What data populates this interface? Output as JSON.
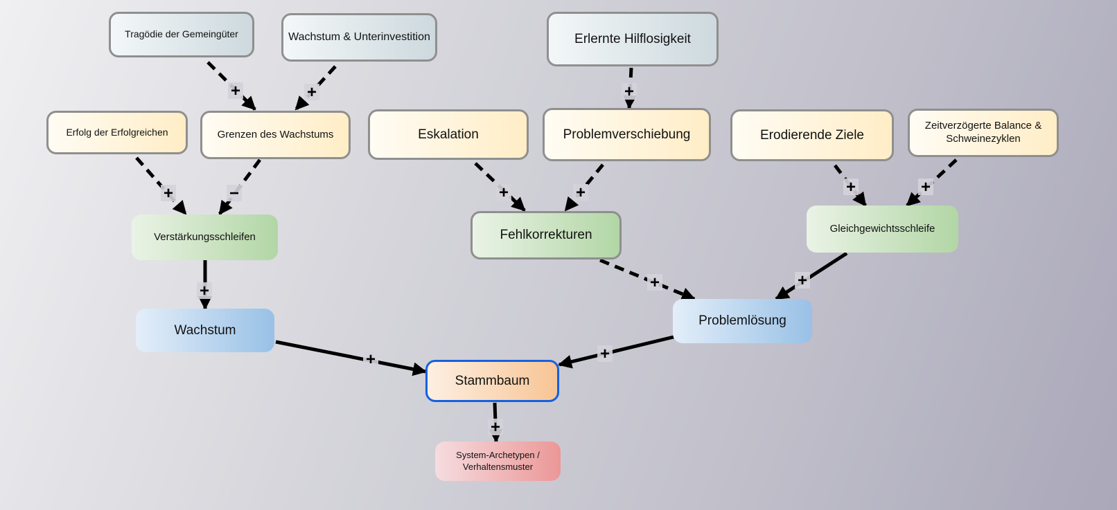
{
  "colors": {
    "edge": "#000000",
    "highlight_border": "#1560e0",
    "node_border": "#8f8f8f"
  },
  "nodes": [
    {
      "id": "tragoedie",
      "label": "Tragödie der Gemeingüter",
      "style": "steel",
      "border": "grey"
    },
    {
      "id": "wachstum_unter",
      "label": "Wachstum & Unterinvestition",
      "style": "steel",
      "border": "grey"
    },
    {
      "id": "hilflosigkeit",
      "label": "Erlernte Hilflosigkeit",
      "style": "steel",
      "border": "grey"
    },
    {
      "id": "erfolg",
      "label": "Erfolg der Erfolgreichen",
      "style": "cream",
      "border": "grey"
    },
    {
      "id": "grenzen",
      "label": "Grenzen des Wachstums",
      "style": "cream",
      "border": "grey"
    },
    {
      "id": "eskalation",
      "label": "Eskalation",
      "style": "cream",
      "border": "grey"
    },
    {
      "id": "problemverschiebung",
      "label": "Problemverschiebung",
      "style": "cream",
      "border": "grey"
    },
    {
      "id": "erodierende",
      "label": "Erodierende Ziele",
      "style": "cream",
      "border": "grey"
    },
    {
      "id": "zeitverzoegert",
      "label": "Zeitverzögerte Balance & Schweinezyklen",
      "style": "cream",
      "border": "grey"
    },
    {
      "id": "verstaerkung",
      "label": "Verstärkungsschleifen",
      "style": "green",
      "border": "none"
    },
    {
      "id": "fehlkorrekturen",
      "label": "Fehlkorrekturen",
      "style": "green",
      "border": "grey"
    },
    {
      "id": "gleichgewicht",
      "label": "Gleichgewichtsschleife",
      "style": "green",
      "border": "none"
    },
    {
      "id": "wachstum",
      "label": "Wachstum",
      "style": "blue",
      "border": "none"
    },
    {
      "id": "problemloesung",
      "label": "Problemlösung",
      "style": "blue",
      "border": "none"
    },
    {
      "id": "stammbaum",
      "label": "Stammbaum",
      "style": "orange",
      "border": "blue"
    },
    {
      "id": "system",
      "label": "System-Archetypen / Verhaltensmuster",
      "style": "red",
      "border": "none"
    }
  ],
  "edges": [
    {
      "from": "tragoedie",
      "to": "grenzen",
      "sign": "+",
      "dashed": true
    },
    {
      "from": "wachstum_unter",
      "to": "grenzen",
      "sign": "+",
      "dashed": true
    },
    {
      "from": "hilflosigkeit",
      "to": "problemverschiebung",
      "sign": "+",
      "dashed": true
    },
    {
      "from": "erfolg",
      "to": "verstaerkung",
      "sign": "+",
      "dashed": true
    },
    {
      "from": "grenzen",
      "to": "verstaerkung",
      "sign": "−",
      "dashed": true
    },
    {
      "from": "eskalation",
      "to": "fehlkorrekturen",
      "sign": "+",
      "dashed": true
    },
    {
      "from": "problemverschiebung",
      "to": "fehlkorrekturen",
      "sign": "+",
      "dashed": true
    },
    {
      "from": "erodierende",
      "to": "gleichgewicht",
      "sign": "+",
      "dashed": true
    },
    {
      "from": "zeitverzoegert",
      "to": "gleichgewicht",
      "sign": "+",
      "dashed": true
    },
    {
      "from": "verstaerkung",
      "to": "wachstum",
      "sign": "+",
      "dashed": false
    },
    {
      "from": "fehlkorrekturen",
      "to": "problemloesung",
      "sign": "+",
      "dashed": true
    },
    {
      "from": "gleichgewicht",
      "to": "problemloesung",
      "sign": "+",
      "dashed": false
    },
    {
      "from": "wachstum",
      "to": "stammbaum",
      "sign": "+",
      "dashed": false
    },
    {
      "from": "problemloesung",
      "to": "stammbaum",
      "sign": "+",
      "dashed": false
    },
    {
      "from": "stammbaum",
      "to": "system",
      "sign": "+",
      "dashed": false
    }
  ]
}
